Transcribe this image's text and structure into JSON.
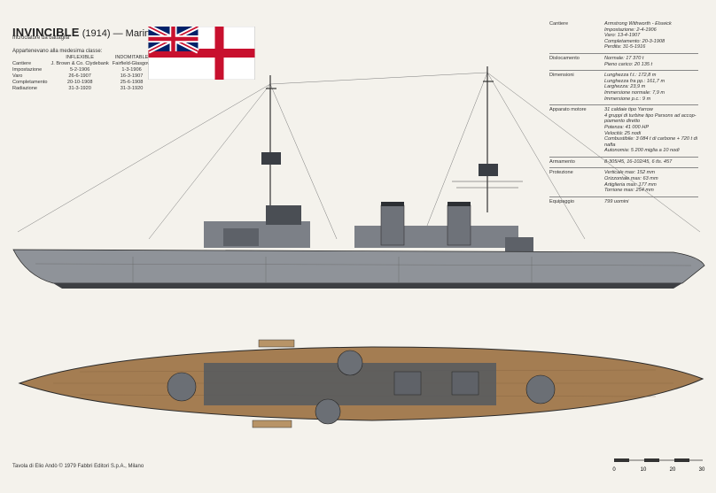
{
  "header": {
    "name": "INVINCIBLE",
    "year": "(1914)",
    "navy": "— Marina britannica",
    "subtitle": "Incrociatore da battaglia"
  },
  "sister_ships": {
    "heading": "Appartenevano alla medesima classe:",
    "columns": [
      "",
      "INFLEXIBLE",
      "INDOMITABLE"
    ],
    "rows": [
      {
        "label": "Cantiere",
        "a": "J. Brown & Co. Clydebank",
        "b": "Fairfield-Glasgow"
      },
      {
        "label": "Impostazione",
        "a": "5-2-1906",
        "b": "1-3-1906"
      },
      {
        "label": "Varo",
        "a": "26-6-1907",
        "b": "16-3-1907"
      },
      {
        "label": "Completamento",
        "a": "20-10-1908",
        "b": "25-6-1908"
      },
      {
        "label": "Radiazione",
        "a": "31-3-1920",
        "b": "31-3-1920"
      }
    ]
  },
  "specs": [
    {
      "label": "Cantiere",
      "lines": [
        "Armstrong Withworth - Elswick",
        "Impostazione: 2-4-1906",
        "Varo: 13-4-1907",
        "Completamento: 20-3-1908",
        "Perdita: 31-5-1916"
      ]
    },
    {
      "label": "Dislocamento",
      "lines": [
        "Normale: 17 370 t",
        "Pieno carico: 20 135 t"
      ]
    },
    {
      "label": "Dimensioni",
      "lines": [
        "Lunghezza f.t.: 172,8 m",
        "Lunghezza fra pp.: 161,7 m",
        "Larghezza: 23,9 m",
        "Immersione normale: 7,9 m",
        "Immersione p.c.: 9 m"
      ]
    },
    {
      "label": "Apparato motore",
      "lines": [
        "31 caldaie tipo Yarrow",
        "4 gruppi di turbine tipo Parsons ad accop-",
        "piamento diretto",
        "Potenza: 41 000 HP",
        "Velocità: 25 nodi",
        "Combustibile: 3 084 t di carbone + 720 t di",
        "nafta",
        "Autonomia: 5 200 miglia a 10 nodi"
      ]
    },
    {
      "label": "Armamento",
      "lines": [
        "8-305/45, 16-102/45, 6 tls. 457"
      ]
    },
    {
      "label": "Protezione",
      "lines": [
        "Verticale max: 152 mm",
        "Orizzontale max: 63 mm",
        "Artiglieria max: 177 mm",
        "Torrione max: 254 mm"
      ]
    },
    {
      "label": "Equipaggio",
      "lines": [
        "799 uomini"
      ]
    }
  ],
  "credit": "Tavola di Elio Andò © 1979 Fabbri Editori S.p.A., Milano",
  "scale": {
    "ticks": [
      "0",
      "10",
      "20",
      "30"
    ]
  },
  "colors": {
    "hull": "#8f9399",
    "deck": "#a47d52",
    "funnel": "#6e7279",
    "flag_red": "#c8102e",
    "flag_blue": "#012169"
  }
}
